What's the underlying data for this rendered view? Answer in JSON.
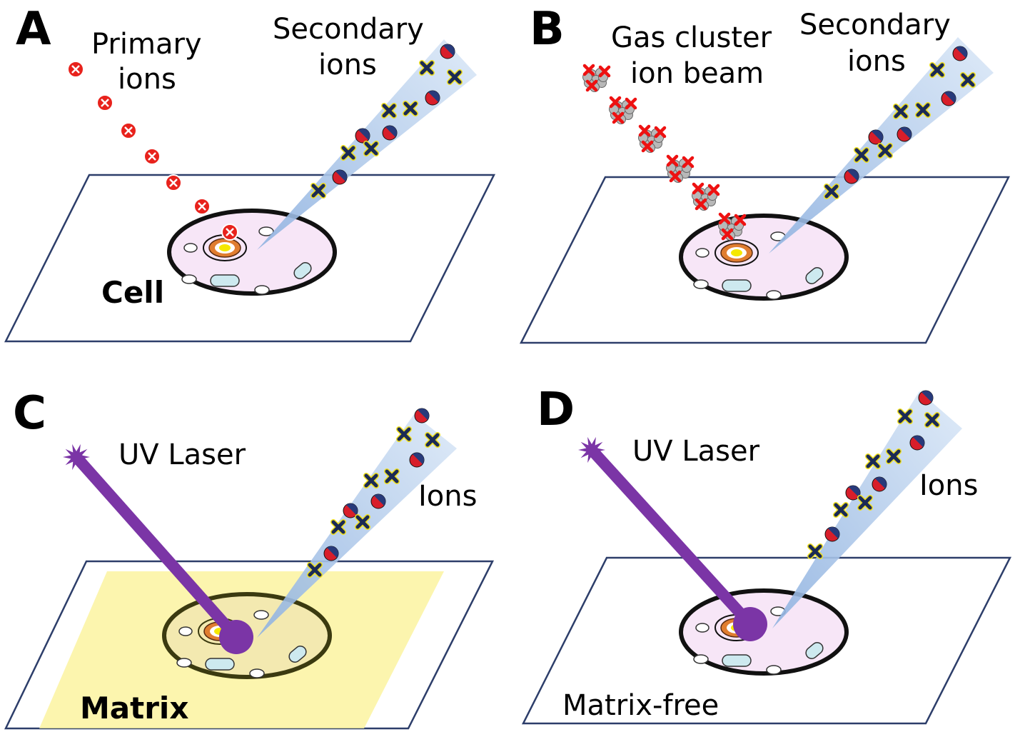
{
  "panels": {
    "a": {
      "letter": "A",
      "primary_line1": "Primary",
      "primary_line2": "ions",
      "secondary_line1": "Secondary",
      "secondary_line2": "ions",
      "sample_label": "Cell"
    },
    "b": {
      "letter": "B",
      "beam_line1": "Gas cluster",
      "beam_line2": "ion beam",
      "secondary_line1": "Secondary",
      "secondary_line2": "ions"
    },
    "c": {
      "letter": "C",
      "laser_label": "UV Laser",
      "ions_label": "Ions",
      "sample_label": "Matrix"
    },
    "d": {
      "letter": "D",
      "laser_label": "UV Laser",
      "ions_label": "Ions",
      "sample_label": "Matrix-free"
    }
  },
  "colors": {
    "primary_ion": "#e8221c",
    "cation_red": "#d81e2a",
    "cation_blue": "#283a7a",
    "anion_x": "#1b2a55",
    "anion_outline": "#f0e020",
    "cone": "#aac4e6",
    "laser": "#7b35a6",
    "matrix": "#fbf3a0",
    "cell_fill": "#f7e6f7",
    "cell_border": "#111111",
    "plate_border": "#2d3e6a",
    "vesicle": "#cde9ef",
    "nucleus_core": "#f5e800",
    "nucleus_ring": "#e07d30"
  }
}
